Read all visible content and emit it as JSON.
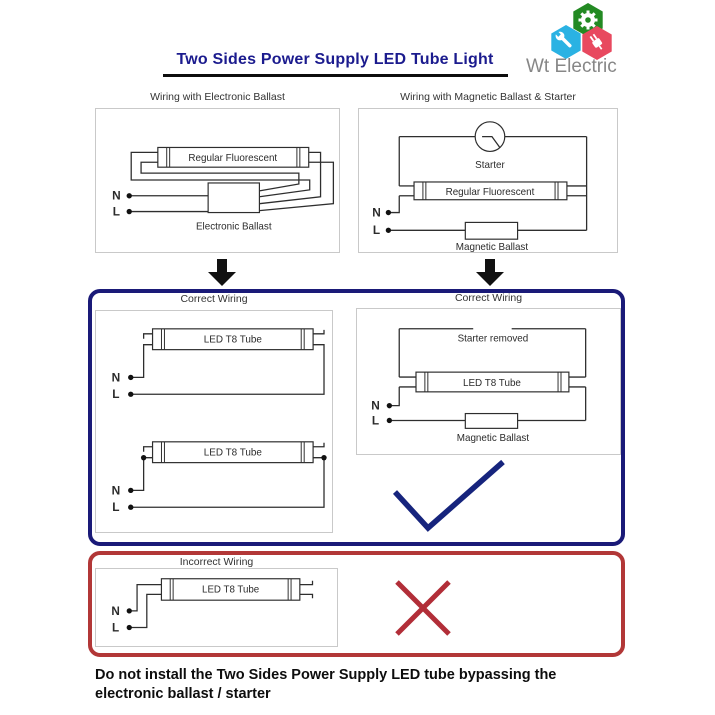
{
  "title": "Two Sides Power Supply LED Tube Light",
  "logo": {
    "brand": "Wt Electric",
    "icons": [
      "gear-icon",
      "wrench-icon",
      "plug-icon"
    ]
  },
  "labels": {
    "n": "N",
    "l": "L"
  },
  "panels": {
    "electronic_ballast": {
      "title": "Wiring with Electronic Ballast",
      "tube_label": "Regular Fluorescent",
      "ballast_label": "Electronic Ballast"
    },
    "magnetic_ballast": {
      "title": "Wiring with Magnetic Ballast & Starter",
      "starter_label": "Starter",
      "tube_label": "Regular Fluorescent",
      "ballast_label": "Magnetic Ballast"
    },
    "correct_left": {
      "title": "Correct Wiring",
      "tube1_label": "LED T8 Tube",
      "tube2_label": "LED T8 Tube"
    },
    "correct_right": {
      "title": "Correct Wiring",
      "note": "Starter removed",
      "tube_label": "LED T8 Tube",
      "ballast_label": "Magnetic Ballast"
    },
    "incorrect": {
      "title": "Incorrect Wiring",
      "tube_label": "LED T8 Tube"
    }
  },
  "result_icons": {
    "correct": "checkmark-icon",
    "incorrect": "cross-icon",
    "flow": "down-arrow-icon"
  },
  "footer": {
    "line1": "Do not install the Two Sides Power Supply LED tube bypassing the",
    "line2": "electronic ballast / starter"
  },
  "colors": {
    "title_text": "#1b1b8e",
    "correct_border": "#1a1a78",
    "incorrect_border": "#b23737",
    "checkmark": "#16247d",
    "cross": "#b22e38",
    "wire": "#2e2e2e",
    "logo_green": "#238a23",
    "logo_blue": "#2ab2e3",
    "logo_pink": "#e8495f",
    "brand_text": "#878787"
  }
}
